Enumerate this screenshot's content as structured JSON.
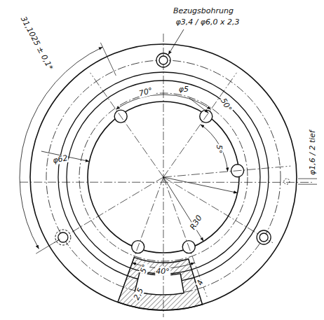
{
  "diagram": {
    "labels": [
      "Bezugsbohrung",
      "φ3,4 / φ6,0 x 2,3",
      "31,1025 ± 0,1*",
      "70°",
      "φ5",
      "50°",
      "5°",
      "φ1,6 / 2 tief",
      "φ62",
      "R30",
      "5°",
      "40°",
      "4",
      "2,5"
    ]
  }
}
